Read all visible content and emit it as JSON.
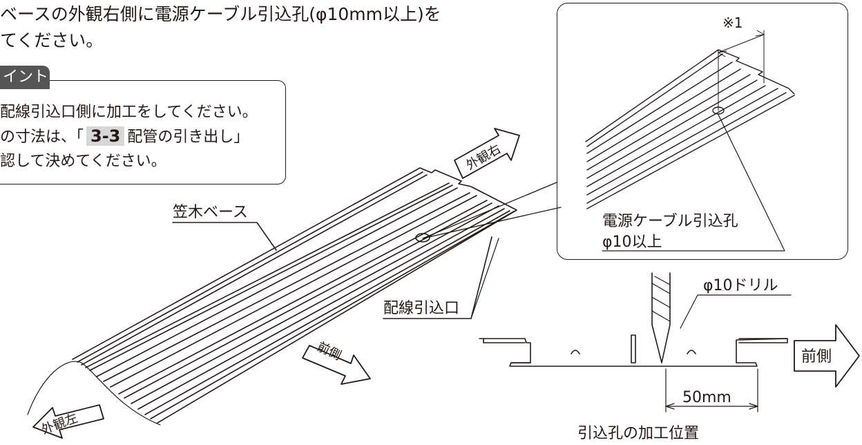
{
  "intro": {
    "line1": "ベースの外観右側に電源ケーブル引込孔(φ10mm以上)を",
    "line2": "てください。"
  },
  "point": {
    "badge": "イント",
    "line1": "配線引込口側に加工をしてください。",
    "line2_pre": "の寸法は、「",
    "line2_ref": "3-3",
    "line2_post": "配管の引き出し」",
    "line3": "認して決めてください。"
  },
  "labels": {
    "kasagi_base": "笠木ベース",
    "haisen_port": "配線引込口",
    "gaikan_right": "外観右",
    "gaikan_left": "外観左",
    "front": "前側"
  },
  "detail": {
    "note_mark": "※1",
    "hole_label_1": "電源ケーブル引込孔",
    "hole_label_2": "φ10以上"
  },
  "section": {
    "drill_label": "φ10ドリル",
    "front_label": "前側",
    "dimension": "50mm",
    "caption": "引込孔の加工位置"
  },
  "colors": {
    "ink": "#231815",
    "badge": "#555555",
    "highlight": "#d7d7d7"
  }
}
